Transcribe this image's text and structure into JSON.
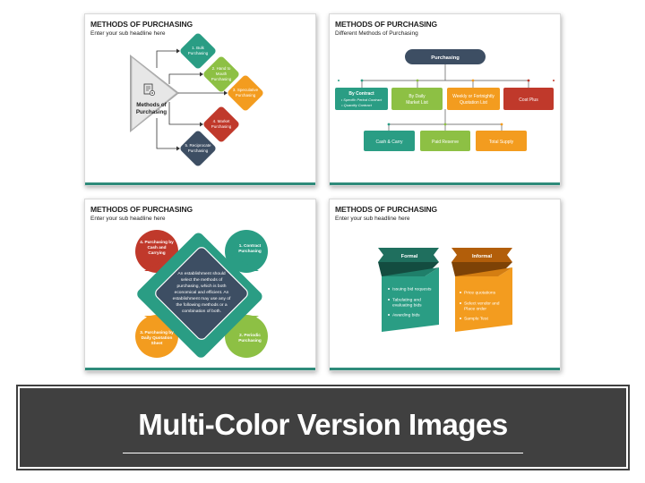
{
  "colors": {
    "teal": "#2a9d84",
    "lime": "#8dc044",
    "orange": "#f39c1f",
    "red": "#c0392b",
    "navy": "#3d4e63",
    "footer_line": "#2e8b7a",
    "banner_bg": "#404040"
  },
  "slide1": {
    "title": "METHODS OF PURCHASING",
    "subtitle": "Enter your sub headline here",
    "center_icon": "document-gear-icon",
    "center_label_1": "Methods of",
    "center_label_2": "Purchasing",
    "items": [
      {
        "line1": "1. Bulk",
        "line2": "Purchasing",
        "line3": ""
      },
      {
        "line1": "2. Hand to",
        "line2": "Mouth",
        "line3": "Purchasing"
      },
      {
        "line1": "3. Speculative",
        "line2": "Purchasing",
        "line3": ""
      },
      {
        "line1": "4. Market",
        "line2": "Purchasing",
        "line3": ""
      },
      {
        "line1": "5. Reciprocate",
        "line2": "Purchasing",
        "line3": ""
      }
    ]
  },
  "slide2": {
    "title": "METHODS OF PURCHASING",
    "subtitle": "Different Methods of Purchasing",
    "root": "Purchasing",
    "row1": [
      {
        "title": "By Contract",
        "bullets": [
          "• Specific Period Contract",
          "• Quantity Contract"
        ]
      },
      {
        "line1": "By Daily",
        "line2": "Market List"
      },
      {
        "line1": "Weekly or Fortnightly",
        "line2": "Quotation List"
      },
      {
        "line1": "Cost Plus",
        "line2": ""
      }
    ],
    "row2": [
      "Cash & Carry",
      "Paid Reserve",
      "Total Supply"
    ]
  },
  "slide3": {
    "title": "METHODS OF PURCHASING",
    "subtitle": "Enter your sub headline here",
    "center_text": [
      "An establishment should",
      "select the methods of",
      "purchasing, which is both",
      "economical and efficient. An",
      "establishment may use any of",
      "the following methods or a",
      "combination of both."
    ],
    "petals": {
      "top_left": [
        "4. Purchasing by",
        "Cash and",
        "Carrying"
      ],
      "top_right": [
        "1. Contract",
        "Purchasing"
      ],
      "bottom_left": [
        "3. Purchasing by",
        "Daily Quotation",
        "Sheet"
      ],
      "bottom_right": [
        "2. Periodic",
        "Purchasing"
      ]
    }
  },
  "slide4": {
    "title": "METHODS OF PURCHASING",
    "subtitle": "Enter your sub headline here",
    "formal": {
      "label": "Formal",
      "items": [
        "Issuing bid requests",
        "Tabulating and",
        "evaluating bids",
        "Awarding bids"
      ]
    },
    "informal": {
      "label": "Informal",
      "items": [
        "Price quotations",
        "Select vendor and",
        "Place order",
        "Sample Test"
      ]
    }
  },
  "banner": {
    "text": "Multi-Color Version Images"
  }
}
